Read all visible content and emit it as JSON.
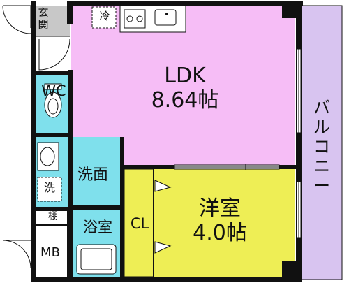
{
  "plan": {
    "ldk": {
      "name": "LDK",
      "area": "8.64帖"
    },
    "western": {
      "name": "洋室",
      "area": "4.0帖"
    },
    "closet": "CL",
    "entrance": "玄関",
    "toilet": "WC",
    "washroom": "洗面",
    "washer": "洗",
    "shelf": "棚",
    "bathroom": "浴室",
    "meter_box": "MB",
    "balcony": "バルコニー",
    "fridge": "冷"
  },
  "colors": {
    "ldk": "#f6bdf6",
    "western": "#eeee55",
    "wet": "#7fe0ec",
    "entrance": "#c8c8c8",
    "balcony": "#d8c4f0",
    "wall": "#111111"
  }
}
